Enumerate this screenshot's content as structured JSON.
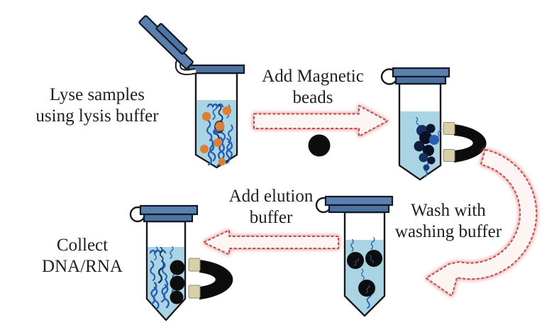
{
  "steps": {
    "lyse": {
      "label": "Lyse samples\nusing lysis buffer"
    },
    "add_beads": {
      "label": "Add Magnetic\nbeads"
    },
    "wash": {
      "label": "Wash with\nwashing buffer"
    },
    "elution": {
      "label": "Add elution\nbuffer"
    },
    "collect": {
      "label": "Collect\nDNA/RNA"
    }
  },
  "icons": {
    "open_tube": "microtube-open-lid-icon",
    "closed_tube": "microtube-closed-lid-icon",
    "magnet": "horseshoe-magnet-icon",
    "magnetic_bead": "magnetic-bead-icon",
    "dna_strands": "dna-strand-icon",
    "arrow_right": "dashed-block-arrow-right-icon",
    "arrow_left": "dashed-block-arrow-left-icon",
    "arrow_curved": "dashed-curved-arrow-icon"
  },
  "colors": {
    "background": "#ffffff",
    "text": "#1f1f1f",
    "cap_blue": "#5b80ae",
    "cap_blue_dark": "#4d73a2",
    "outline_dark": "#101826",
    "liquid_blue": "#a8d4e4",
    "dna_blue": "#2a5cb0",
    "dna_dark": "#14305f",
    "lysate_dot_orange": "#dd8033",
    "bead_black": "#0d0d0d",
    "magnet_black": "#0c0c0c",
    "magnet_tip_tan": "#d8d0a9",
    "arrow_fill": "#fdf5f4",
    "arrow_stroke": "#bb4f4e",
    "arrow_glow": "#eba9a8"
  }
}
